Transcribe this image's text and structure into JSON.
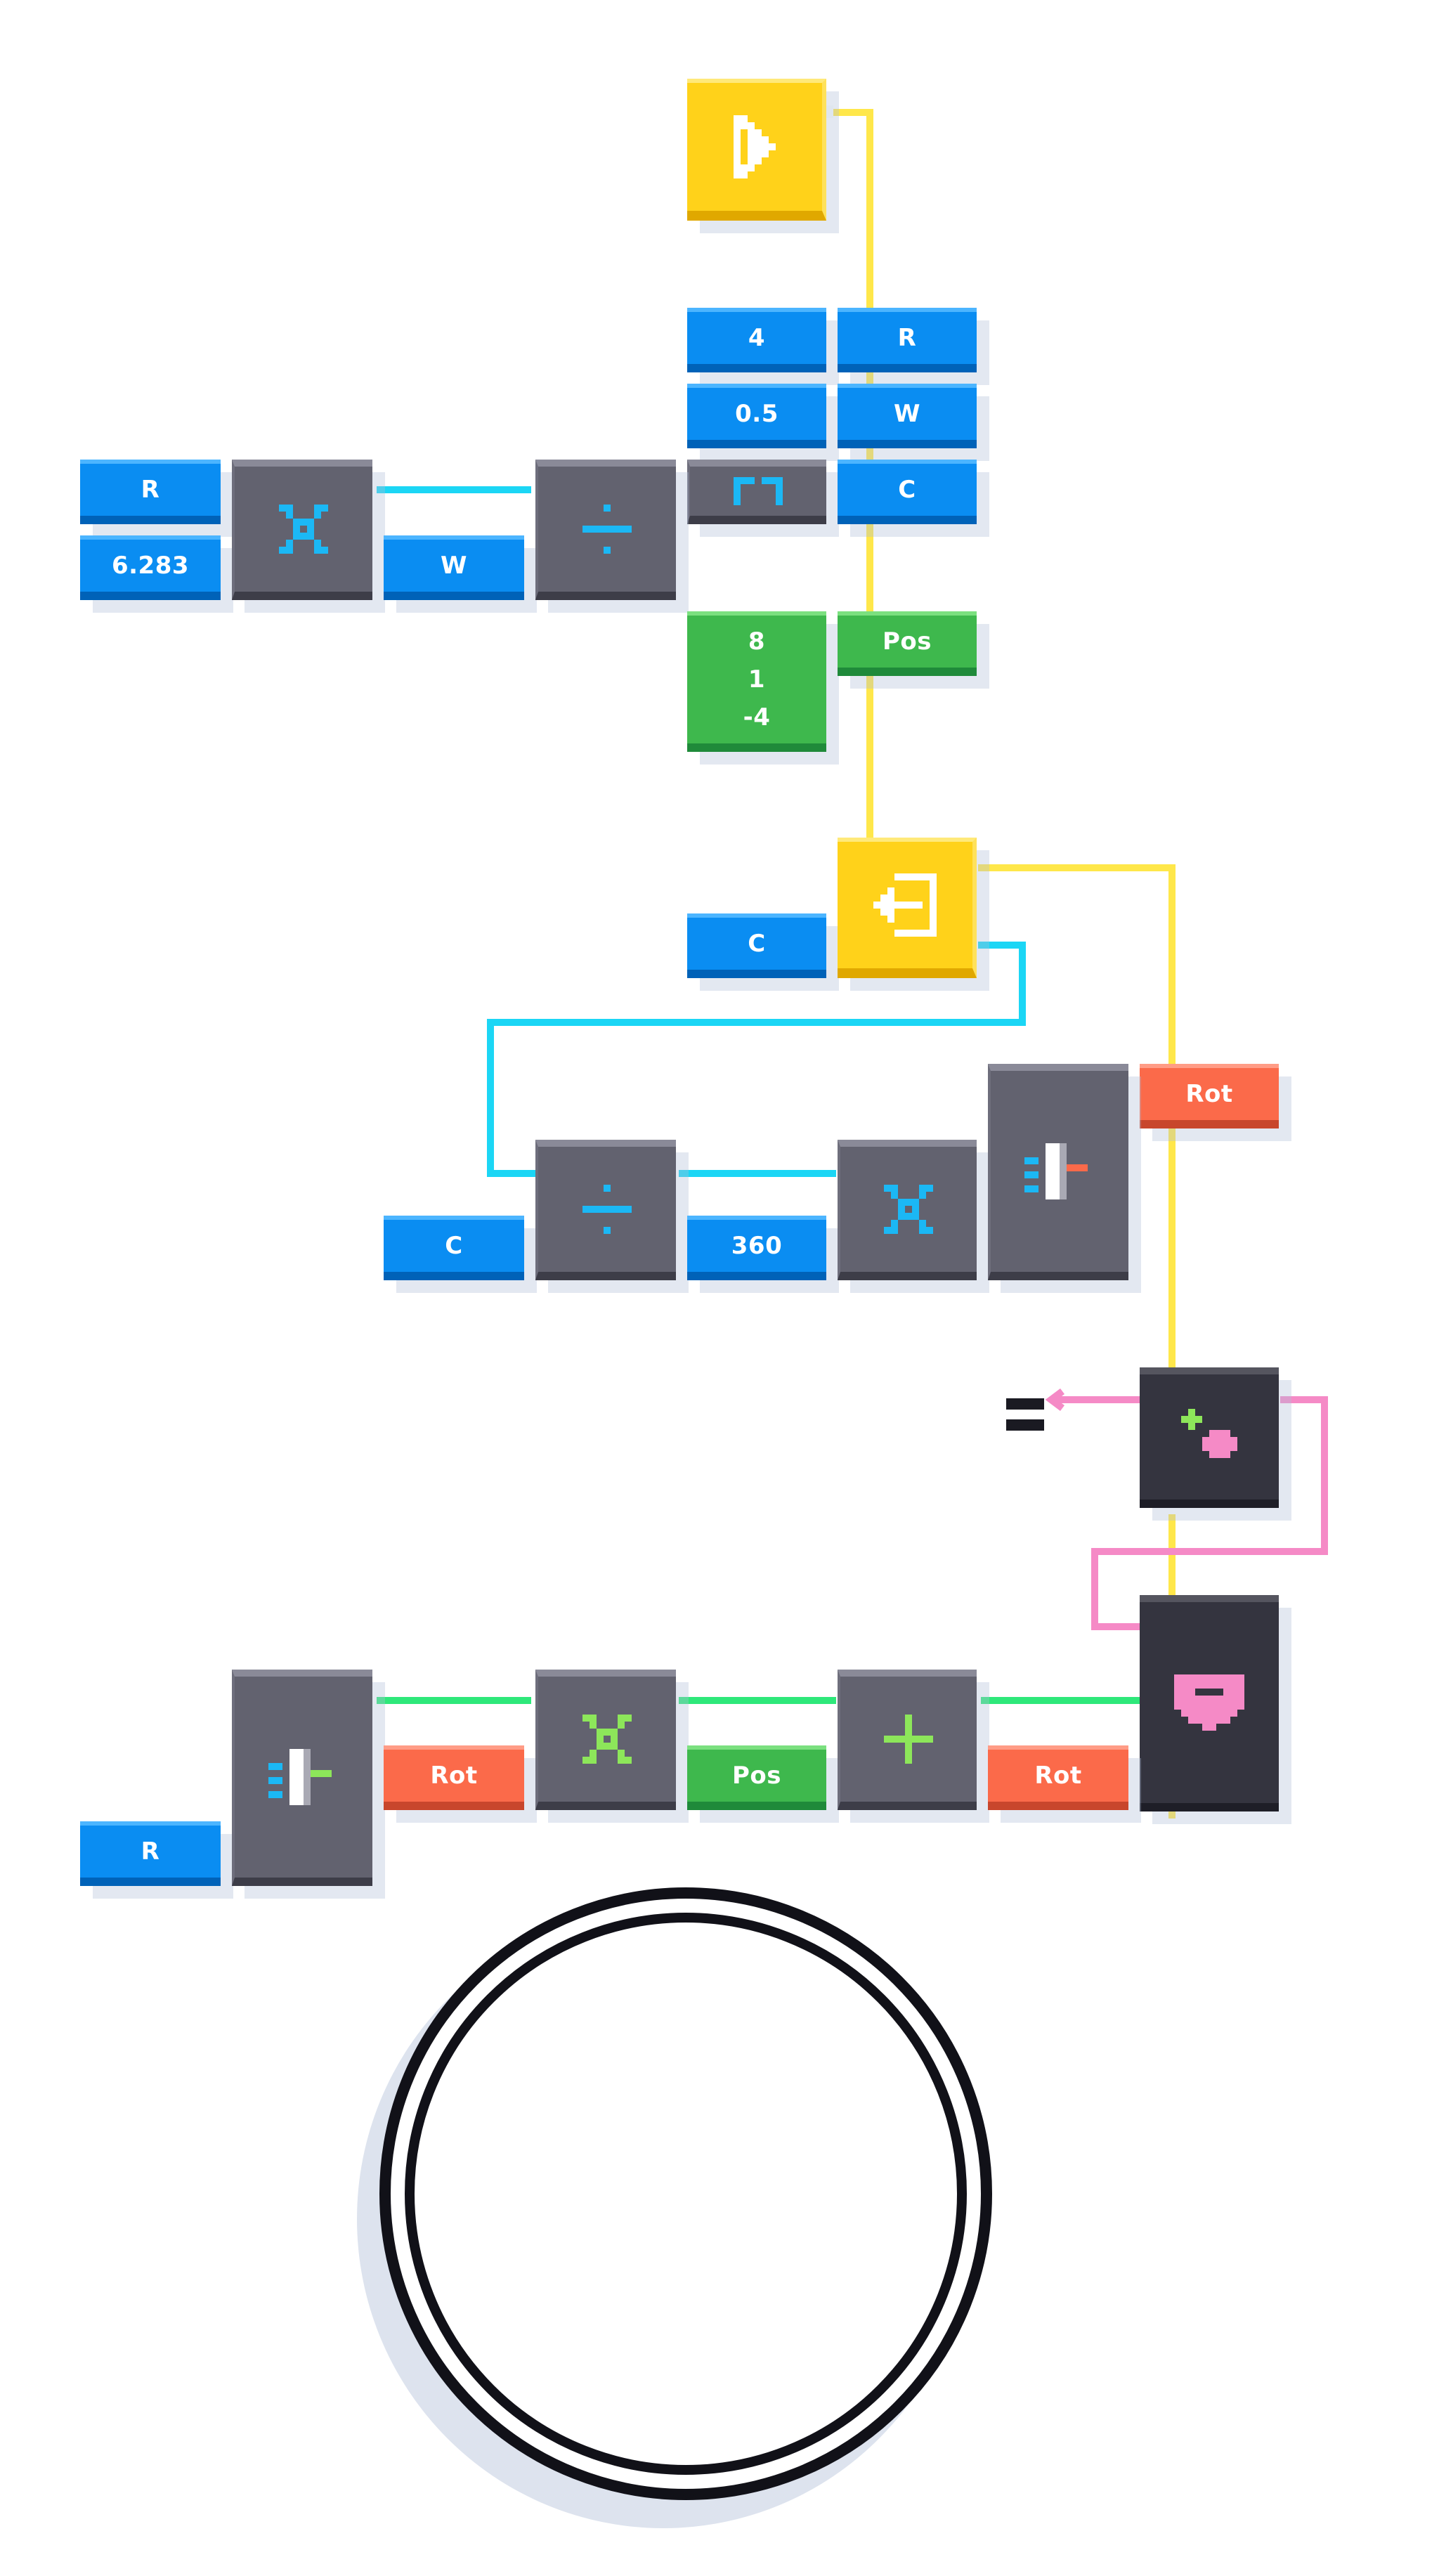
{
  "colors": {
    "number_block": "#0a8df2",
    "vector_block": "#3eb84d",
    "rotation_block": "#fb6a4a",
    "event_block": "#ffd21a",
    "operator_block": "#62626f",
    "object_block": "#34343f",
    "number_wire": "#1bd6f5",
    "event_wire": "#ffe74a",
    "vector_wire": "#2ee87a",
    "object_wire": "#f58ac6",
    "ring": "#111118"
  },
  "blocks": {
    "const_4": "4",
    "const_0_5": "0.5",
    "var_r_top": "R",
    "var_w_top": "W",
    "var_c_top": "C",
    "var_r_left": "R",
    "const_6_283": "6.283",
    "var_w_mid": "W",
    "vec_x": "8",
    "vec_y": "1",
    "vec_z": "-4",
    "var_pos_top": "Pos",
    "var_c_mid": "C",
    "rot_var_right": "Rot",
    "var_c_lower": "C",
    "const_360": "360",
    "var_r_bottom": "R",
    "rot_var_bottom_left": "Rot",
    "var_pos_bottom": "Pos",
    "rot_var_bottom_right": "Rot"
  },
  "icons": {
    "play_sensor": "play-triangle-icon",
    "variable_declare": "bracket-icon",
    "multiply": "multiply-icon",
    "divide": "divide-icon",
    "loop": "loop-icon",
    "axis_angle": "axis-angle-rotation-icon",
    "get_object": "get-object-icon",
    "set_position": "set-position-icon",
    "add_vector": "add-icon",
    "multiply_rotation": "rotation-multiply-icon"
  }
}
